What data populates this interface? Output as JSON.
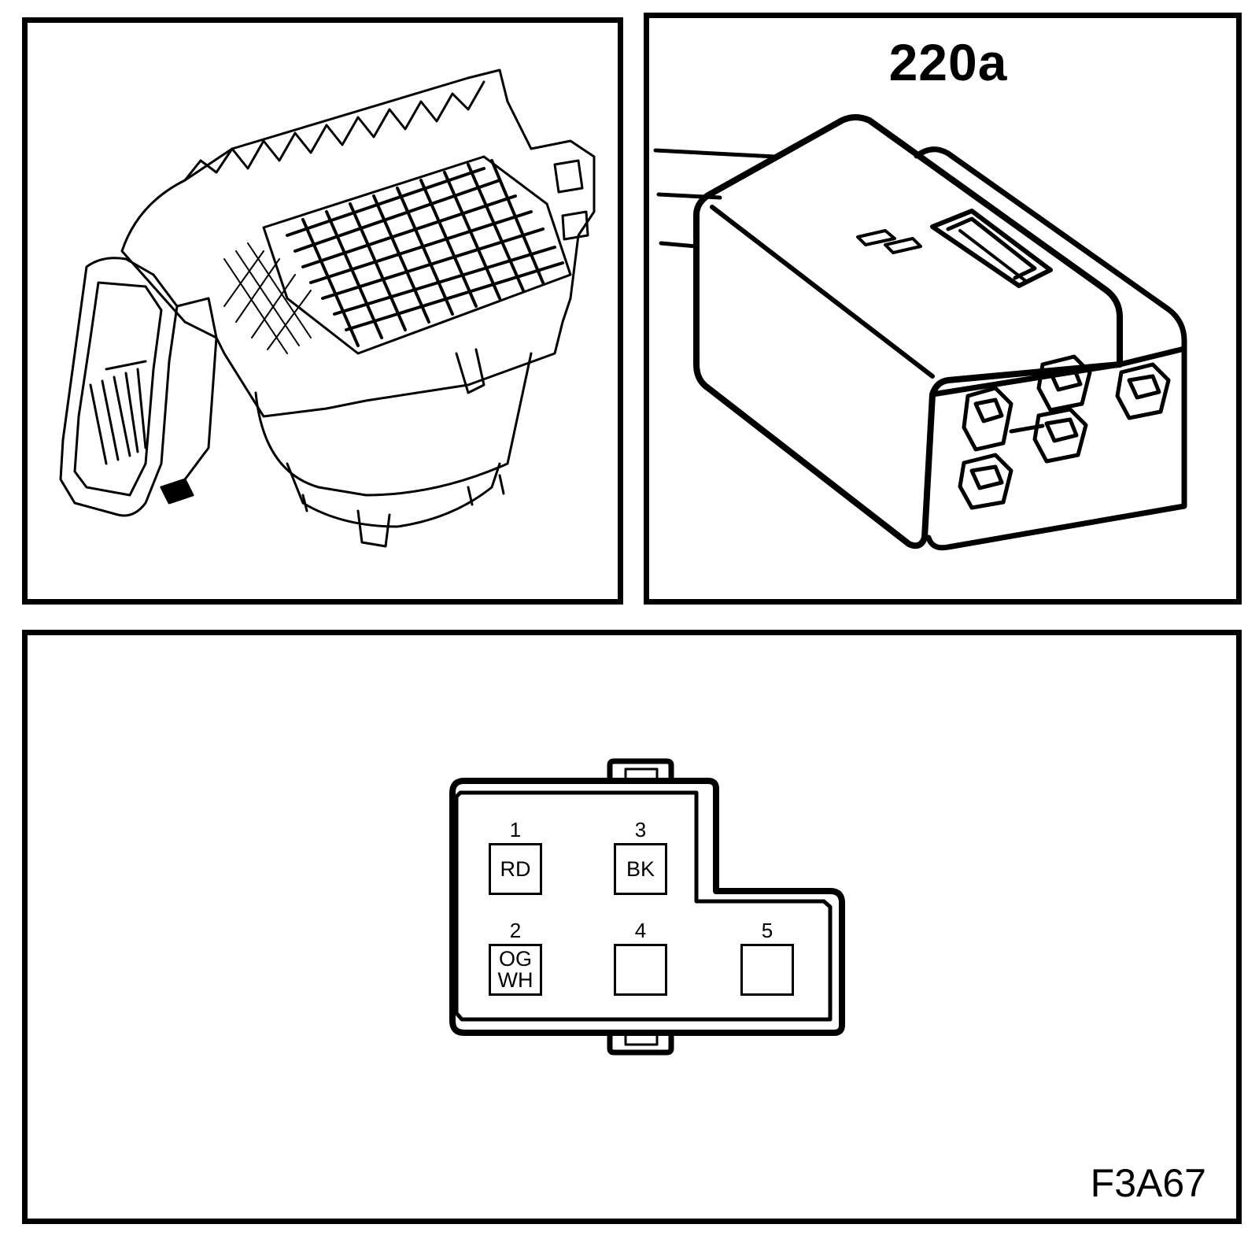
{
  "connector": {
    "label": "220a"
  },
  "figure": {
    "code": "F3A67"
  },
  "pins": [
    {
      "number": "1",
      "colors": [
        "RD"
      ]
    },
    {
      "number": "3",
      "colors": [
        "BK"
      ]
    },
    {
      "number": "2",
      "colors": [
        "OG",
        "WH"
      ]
    },
    {
      "number": "4",
      "colors": []
    },
    {
      "number": "5",
      "colors": []
    }
  ],
  "icons": {
    "blower": "blower-motor-housing-illustration",
    "connector": "five-pin-connector-illustration",
    "pinout": "connector-face-pinout"
  }
}
